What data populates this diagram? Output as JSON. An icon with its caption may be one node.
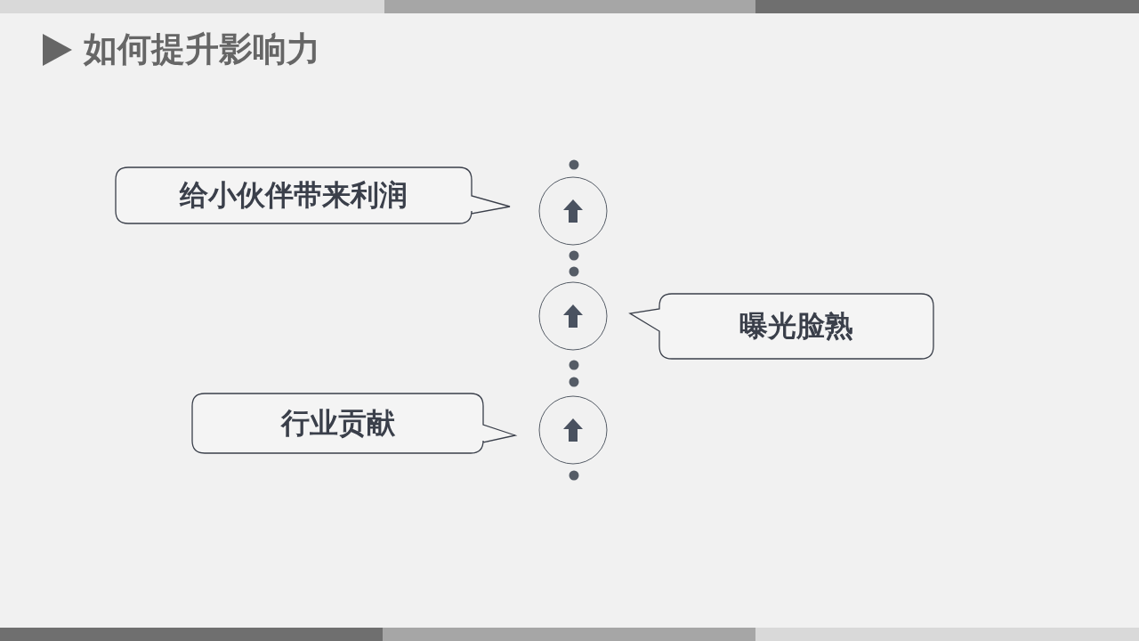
{
  "diagram": {
    "title": "如何提升影响力",
    "nodes": [
      {
        "text": [
          "给小伙伴带来利润"
        ]
      },
      {
        "text": [],
        "shape": "circle"
      },
      {
        "text": [],
        "shape": "circle"
      },
      {
        "text": [
          "曝光脸熟"
        ]
      },
      {
        "text": [
          "行业贡献"
        ]
      },
      {
        "text": [],
        "shape": "circle"
      }
    ]
  }
}
